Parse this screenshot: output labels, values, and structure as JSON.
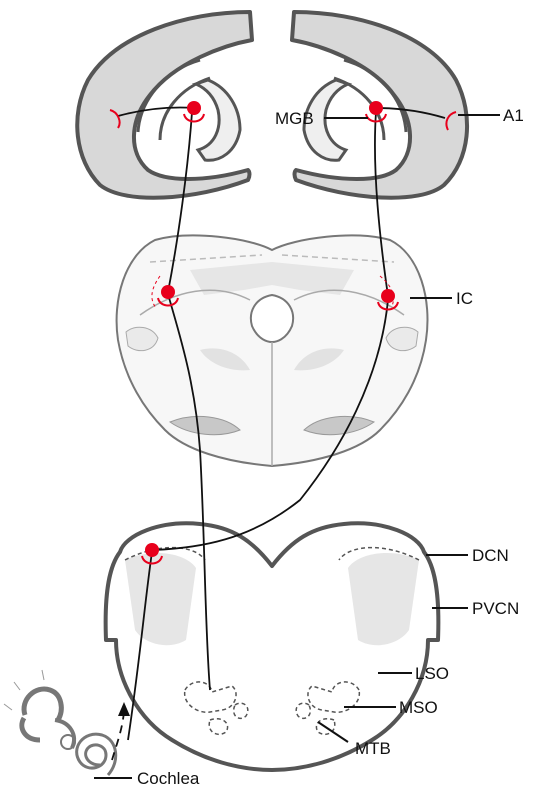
{
  "labels": {
    "a1": "A1",
    "mgb": "MGB",
    "ic": "IC",
    "dcn": "DCN",
    "pvcn": "PVCN",
    "lso": "LSO",
    "mso": "MSO",
    "mtb": "MTB",
    "cochlea": "Cochlea"
  },
  "colors": {
    "neuron_marker": "#e8001c",
    "tissue_fill": "#d6d6d6",
    "tissue_outline": "#555555",
    "connection_line": "#111111"
  },
  "icons": [
    "cochlea-icon",
    "neuron-marker",
    "nucleus-outline"
  ]
}
